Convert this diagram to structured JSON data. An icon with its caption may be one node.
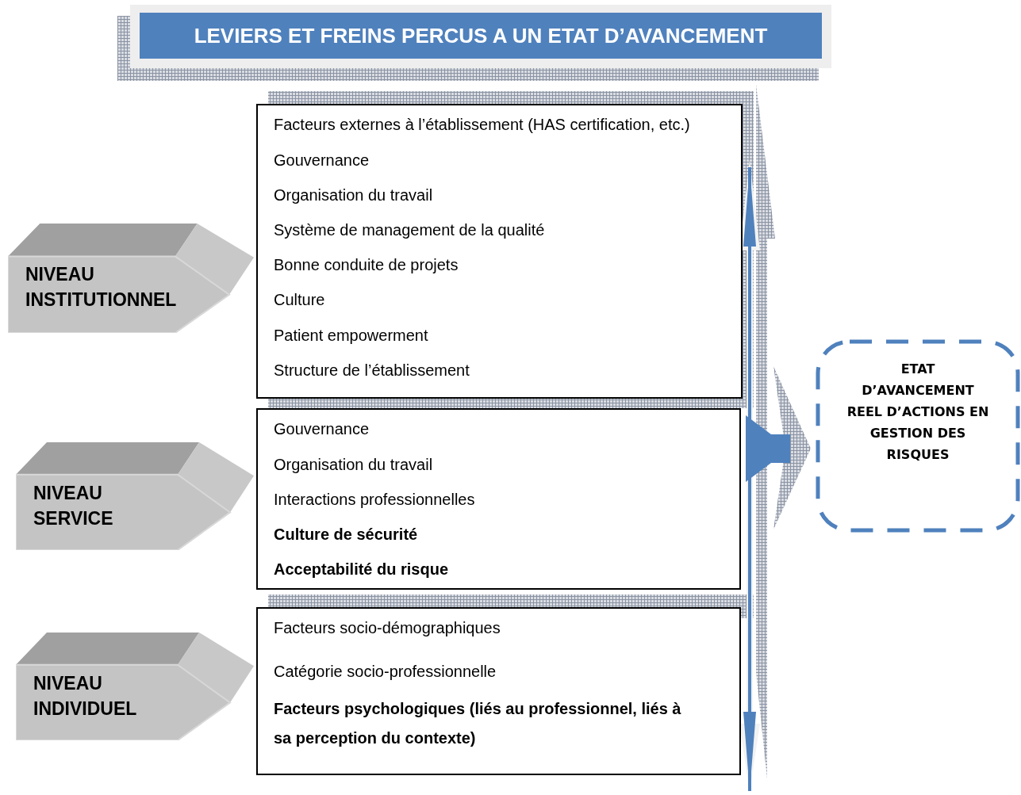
{
  "diagram": {
    "title": "LEVIERS ET FREINS PERCUS A UN ETAT D’AVANCEMENT",
    "nodes": [
      {
        "text": [
          "NIVEAU INSTITUTIONNEL"
        ]
      },
      {
        "text": [
          "Facteurs externes à l’établissement (HAS certification, etc.)",
          "Gouvernance",
          "Organisation du travail",
          "Système de management de la qualité",
          "Bonne conduite de projets",
          "Culture",
          "Patient empowerment",
          "Structure de l’établissement"
        ]
      },
      {
        "text": [
          "NIVEAU SERVICE"
        ]
      },
      {
        "text": [
          "Gouvernance",
          "Organisation du travail",
          "Interactions professionnelles",
          "**Culture de sécurité**",
          "**Acceptabilité du risque**"
        ]
      },
      {
        "text": [
          "NIVEAU INDIVIDUEL"
        ]
      },
      {
        "text": [
          "Facteurs socio-démographiques",
          "Catégorie socio-professionnelle",
          "**Facteurs psychologiques (liés au professionnel, liés à sa perception du contexte)**"
        ]
      },
      {
        "text": [
          "ETAT D’AVANCEMENT REEL D’ACTIONS EN GESTION DES RISQUES"
        ]
      }
    ],
    "edges": [
      {
        "from": null,
        "to": 6,
        "arrow": "to",
        "style": "thick"
      },
      {
        "from": 1,
        "to": 5,
        "arrow": "both"
      }
    ]
  }
}
